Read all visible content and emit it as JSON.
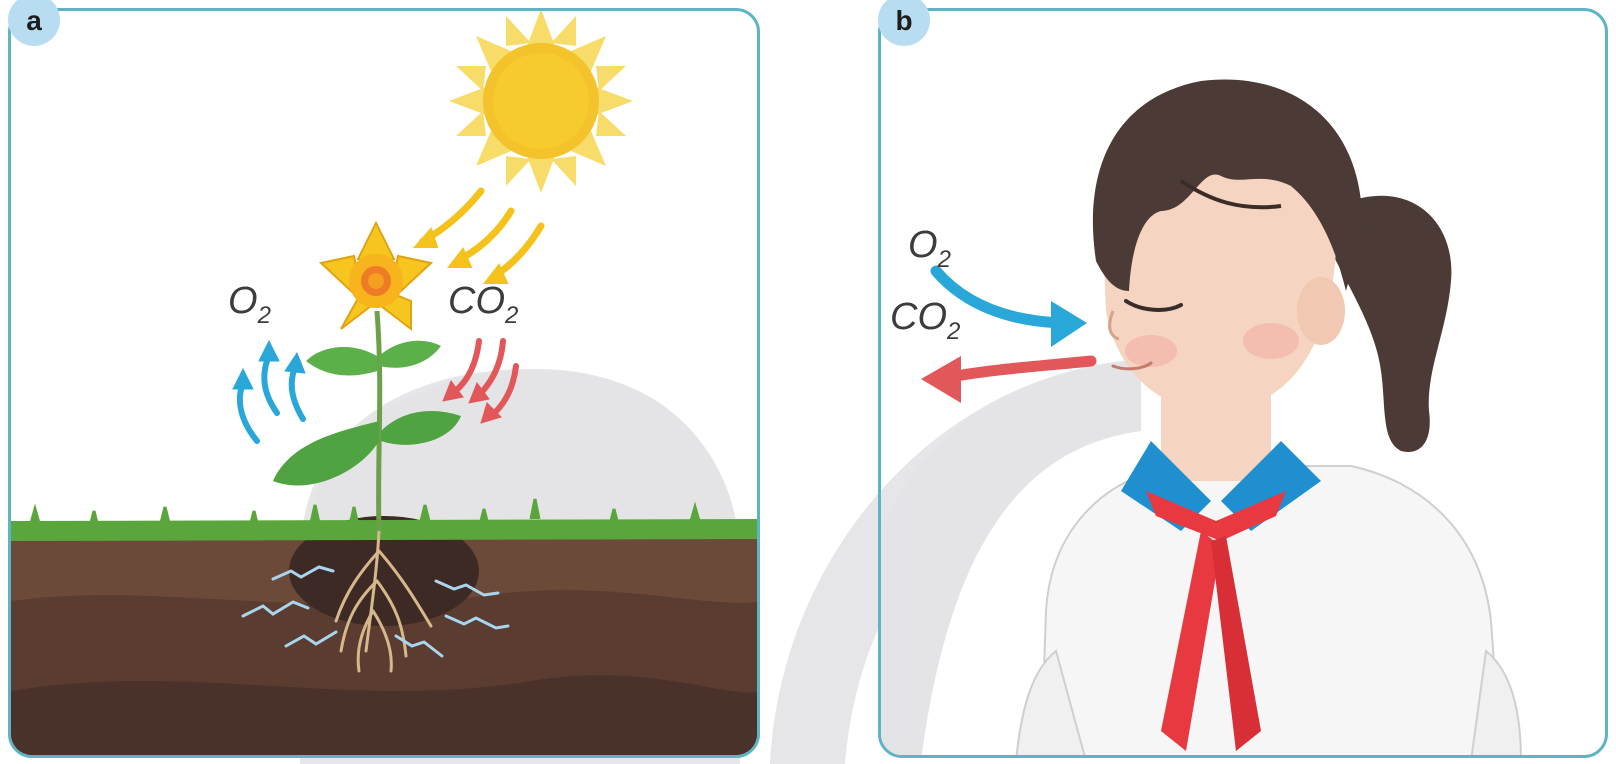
{
  "panels": [
    {
      "badge": "a",
      "labels": {
        "oxygen": {
          "base": "O",
          "sub": "2"
        },
        "carbon_dioxide": {
          "base": "CO",
          "sub": "2"
        }
      }
    },
    {
      "badge": "b",
      "labels": {
        "oxygen": {
          "base": "O",
          "sub": "2"
        },
        "carbon_dioxide": {
          "base": "CO",
          "sub": "2"
        }
      }
    }
  ],
  "colors": {
    "frame": "#5fb4c4",
    "badge": "#b9ddf0",
    "oxygen_arrow": "#29a7d8",
    "co2_arrow": "#e2575a",
    "sun": "#f7c21b",
    "soil": "#6b4a3a",
    "grass": "#5aa63c",
    "scarf": "#e7393f",
    "collar": "#1f8fd0",
    "hair": "#4b3a35"
  },
  "icons": [
    "sun-icon",
    "flower-icon",
    "leaf-icon",
    "root-icon",
    "water-streak-icon",
    "girl-icon",
    "ponytail-icon",
    "scarf-icon",
    "arrow-icon"
  ]
}
